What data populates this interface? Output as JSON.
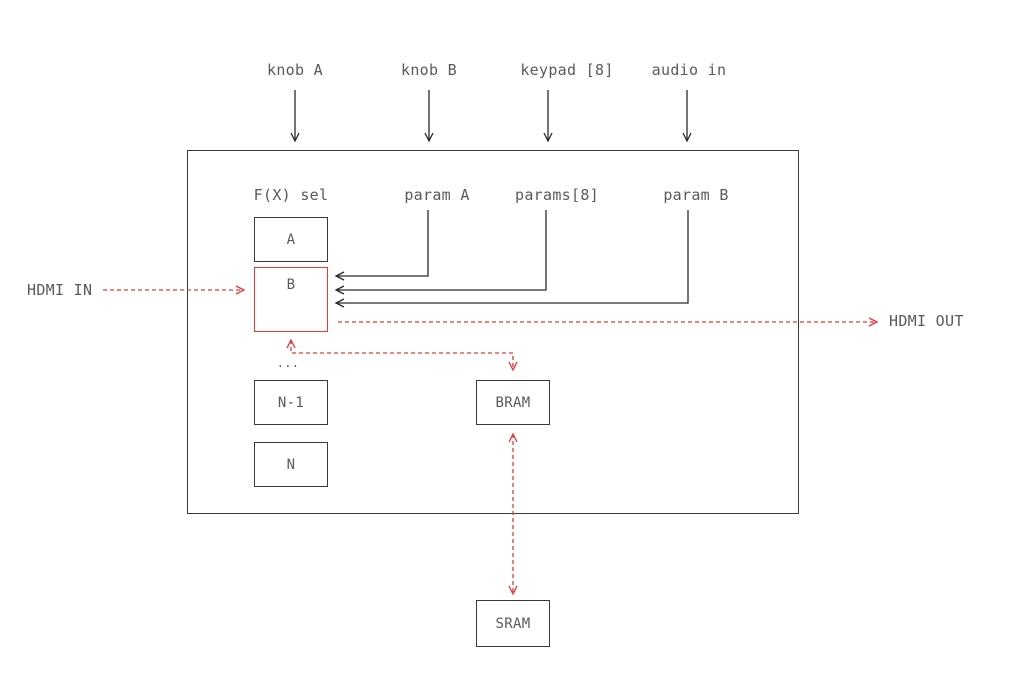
{
  "inputs": {
    "knob_a": "knob A",
    "knob_b": "knob B",
    "keypad": "keypad [8]",
    "audio_in": "audio in"
  },
  "params": {
    "fx_sel": "F(X) sel",
    "param_a": "param A",
    "params_8": "params[8]",
    "param_b": "param B"
  },
  "effects": {
    "a": "A",
    "b": "B",
    "ellipsis": "...",
    "n_minus_1": "N-1",
    "n": "N"
  },
  "memory": {
    "bram": "BRAM",
    "sram": "SRAM"
  },
  "io": {
    "hdmi_in": "HDMI IN",
    "hdmi_out": "HDMI OUT"
  },
  "colors": {
    "line": "#2a2a2a",
    "signal": "#e03a3a",
    "text": "#5a5a5a"
  }
}
